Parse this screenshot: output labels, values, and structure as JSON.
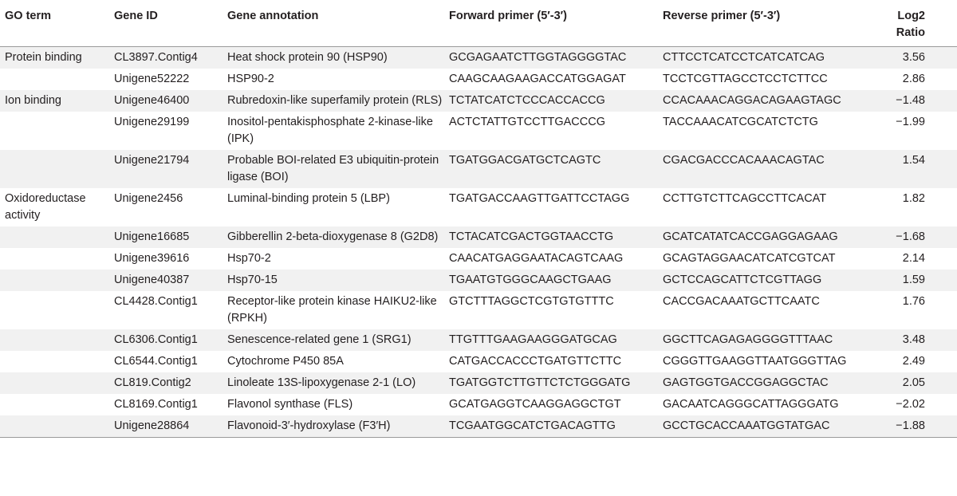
{
  "table": {
    "headers": [
      "GO term",
      "Gene ID",
      "Gene annotation",
      "Forward primer (5′-3′)",
      "Reverse primer (5′-3′)",
      "Log2 Ratio"
    ],
    "rows": [
      {
        "go": "Protein binding",
        "gene_id": "CL3897.Contig4",
        "annotation": "Heat shock protein 90 (HSP90)",
        "forward": "GCGAGAATCTTGGTAGGGGTAC",
        "reverse": "CTTCCTCATCCTCATCATCAG",
        "log2": "3.56"
      },
      {
        "go": "",
        "gene_id": "Unigene52222",
        "annotation": "HSP90-2",
        "forward": "CAAGCAAGAAGACCATGGAGAT",
        "reverse": "TCCTCGTTAGCCTCCTCTTCC",
        "log2": "2.86"
      },
      {
        "go": "Ion binding",
        "gene_id": "Unigene46400",
        "annotation": "Rubredoxin-like superfamily protein (RLS)",
        "forward": "TCTATCATCTCCCACCACCG",
        "reverse": "CCACAAACAGGACAGAAGTAGC",
        "log2": "−1.48"
      },
      {
        "go": "",
        "gene_id": "Unigene29199",
        "annotation": "Inositol-pentakisphosphate 2-kinase-like (IPK)",
        "forward": "ACTCTATTGTCCTTGACCCG",
        "reverse": "TACCAAACATCGCATCTCTG",
        "log2": "−1.99"
      },
      {
        "go": "",
        "gene_id": "Unigene21794",
        "annotation": "Probable BOI-related E3 ubiquitin-protein ligase (BOI)",
        "forward": "TGATGGACGATGCTCAGTC",
        "reverse": "CGACGACCCACAAACAGTAC",
        "log2": "1.54"
      },
      {
        "go": "Oxidoreductase activity",
        "gene_id": "Unigene2456",
        "annotation": "Luminal-binding protein 5 (LBP)",
        "forward": "TGATGACCAAGTTGATTCCTAGG",
        "reverse": "CCTTGTCTTCAGCCTTCACAT",
        "log2": "1.82"
      },
      {
        "go": "",
        "gene_id": "Unigene16685",
        "annotation": "Gibberellin 2-beta-dioxygenase 8 (G2D8)",
        "forward": "TCTACATCGACTGGTAACCTG",
        "reverse": "GCATCATATCACCGAGGAGAAG",
        "log2": "−1.68"
      },
      {
        "go": "",
        "gene_id": "Unigene39616",
        "annotation": "Hsp70-2",
        "forward": "CAACATGAGGAATACAGTCAAG",
        "reverse": "GCAGTAGGAACATCATCGTCAT",
        "log2": "2.14"
      },
      {
        "go": "",
        "gene_id": "Unigene40387",
        "annotation": "Hsp70-15",
        "forward": "TGAATGTGGGCAAGCTGAAG",
        "reverse": "GCTCCAGCATTCTCGTTAGG",
        "log2": "1.59"
      },
      {
        "go": "",
        "gene_id": "CL4428.Contig1",
        "annotation": "Receptor-like protein kinase HAIKU2-like (RPKH)",
        "forward": "GTCTTTAGGCTCGTGTGTTTC",
        "reverse": "CACCGACAAATGCTTCAATC",
        "log2": "1.76"
      },
      {
        "go": "",
        "gene_id": "CL6306.Contig1",
        "annotation": "Senescence-related gene 1 (SRG1)",
        "forward": "TTGTTTGAAGAAGGGATGCAG",
        "reverse": "GGCTTCAGAGAGGGGTTTAAC",
        "log2": "3.48"
      },
      {
        "go": "",
        "gene_id": "CL6544.Contig1",
        "annotation": "Cytochrome P450 85A",
        "forward": "CATGACCACCCTGATGTTCTTC",
        "reverse": "CGGGTTGAAGGTTAATGGGTTAG",
        "log2": "2.49"
      },
      {
        "go": "",
        "gene_id": "CL819.Contig2",
        "annotation": "Linoleate 13S-lipoxygenase 2-1 (LO)",
        "forward": "TGATGGTCTTGTTCTCTGGGATG",
        "reverse": "GAGTGGTGACCGGAGGCTAC",
        "log2": "2.05"
      },
      {
        "go": "",
        "gene_id": "CL8169.Contig1",
        "annotation": "Flavonol synthase (FLS)",
        "forward": "GCATGAGGTCAAGGAGGCTGT",
        "reverse": "GACAATCAGGGCATTAGGGATG",
        "log2": "−2.02"
      },
      {
        "go": "",
        "gene_id": "Unigene28864",
        "annotation": "Flavonoid-3′-hydroxylase (F3′H)",
        "forward": "TCGAATGGCATCTGACAGTTG",
        "reverse": "GCCTGCACCAAATGGTATGAC",
        "log2": "−1.88"
      }
    ]
  }
}
